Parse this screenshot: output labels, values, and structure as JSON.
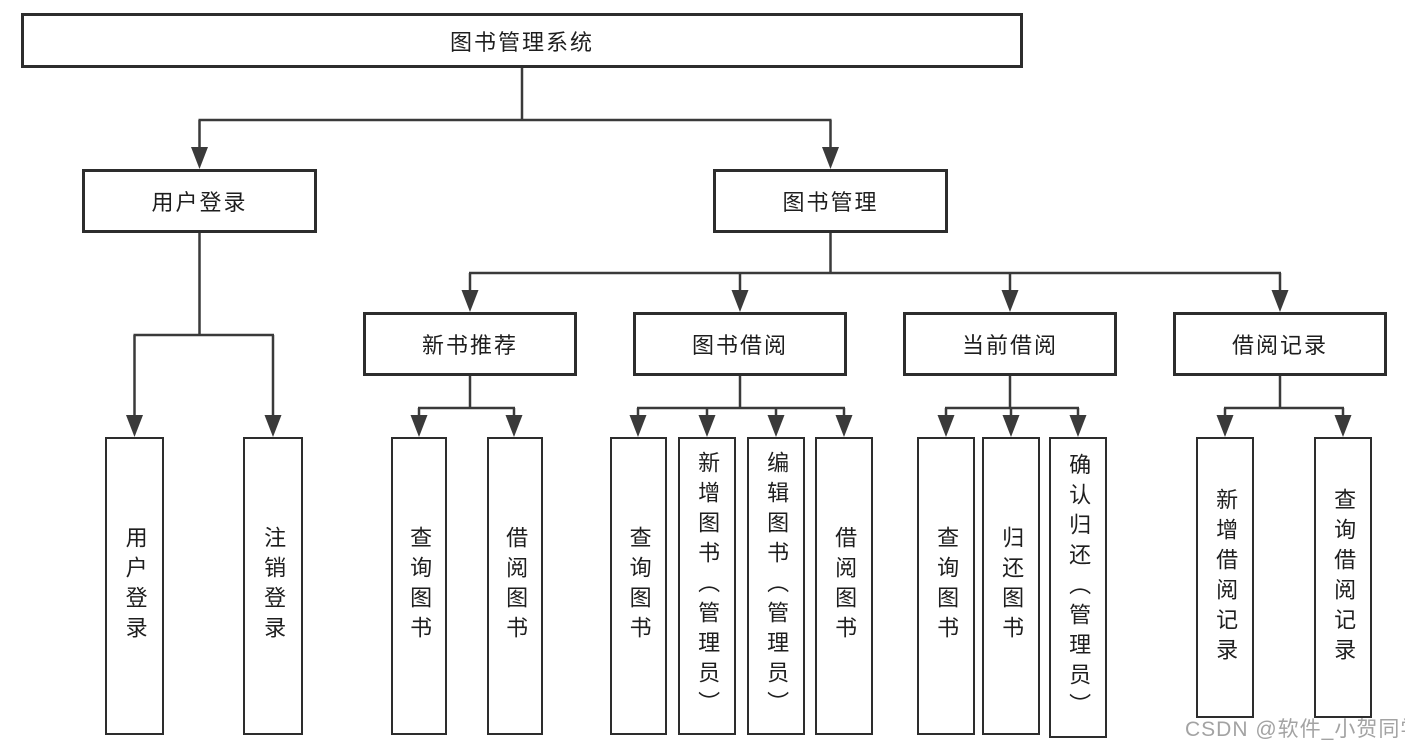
{
  "diagram": {
    "root_label": "图书管理系统",
    "branches": [
      {
        "label": "用户登录",
        "children": [
          {
            "label": "用户登录"
          },
          {
            "label": "注销登录"
          }
        ]
      },
      {
        "label": "图书管理",
        "children": [
          {
            "label": "新书推荐",
            "children": [
              {
                "label": "查询图书"
              },
              {
                "label": "借阅图书"
              }
            ]
          },
          {
            "label": "图书借阅",
            "children": [
              {
                "label": "查询图书"
              },
              {
                "label": "新增图书（管理员）"
              },
              {
                "label": "编辑图书（管理员）"
              },
              {
                "label": "借阅图书"
              }
            ]
          },
          {
            "label": "当前借阅",
            "children": [
              {
                "label": "查询图书"
              },
              {
                "label": "归还图书"
              },
              {
                "label": "确认归还（管理员）"
              }
            ]
          },
          {
            "label": "借阅记录",
            "children": [
              {
                "label": "新增借阅记录"
              },
              {
                "label": "查询借阅记录"
              }
            ]
          }
        ]
      }
    ],
    "watermark": "CSDN @软件_小贺同学",
    "colors": {
      "line": "#3a3a3a",
      "box_border": "#2d2d2d",
      "text": "#1e1e1e",
      "watermark": "#a3a3a3",
      "background": "#ffffff"
    }
  }
}
